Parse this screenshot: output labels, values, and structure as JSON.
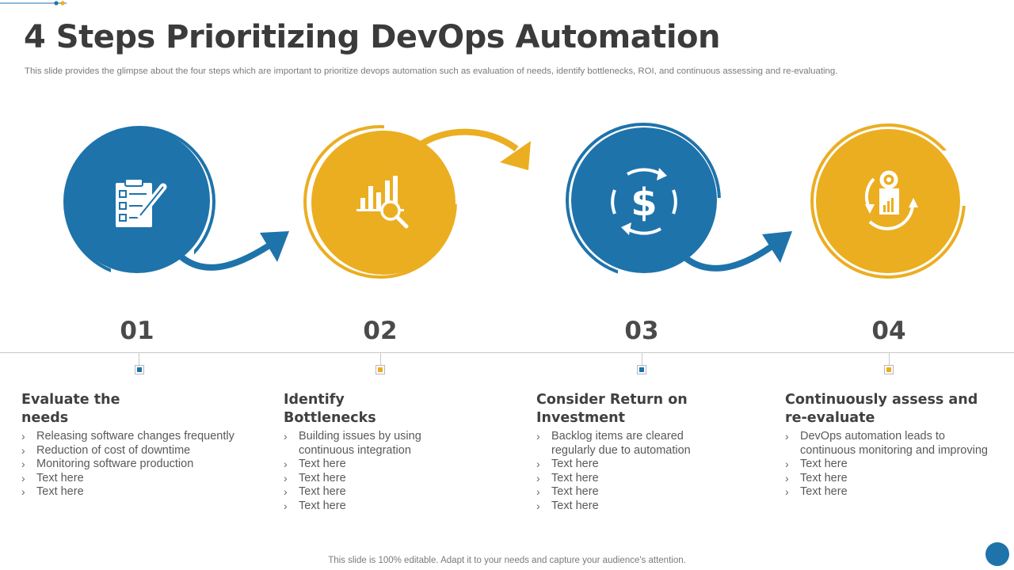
{
  "title": "4 Steps Prioritizing DevOps Automation",
  "subtitle": "This slide provides the glimpse about the four steps which are important to prioritize devops automation such as evaluation of needs, identify bottlenecks, ROI, and continuous assessing and re-evaluating.",
  "colors": {
    "blue": "#1e73ab",
    "yellow": "#ebae21",
    "text": "#404040"
  },
  "steps": [
    {
      "number": "01",
      "color": "blue",
      "icon": "clipboard-checklist-pen-icon",
      "heading_line1": "Evaluate the",
      "heading_line2": "needs",
      "bullets": [
        "Releasing software changes frequently",
        "Reduction of cost of downtime",
        "Monitoring software production",
        "Text here",
        "Text here"
      ]
    },
    {
      "number": "02",
      "color": "yellow",
      "icon": "chart-magnifier-icon",
      "heading_line1": "Identify",
      "heading_line2": "Bottlenecks",
      "bullets": [
        "Building issues by using",
        "continuous integration",
        "Text here",
        "Text here",
        "Text here",
        "Text here"
      ]
    },
    {
      "number": "03",
      "color": "blue",
      "icon": "dollar-cycle-icon",
      "heading_line1": "Consider Return on",
      "heading_line2": "Investment",
      "bullets": [
        "Backlog items are cleared",
        "regularly due to automation",
        "Text here",
        "Text here",
        "Text here",
        "Text here"
      ]
    },
    {
      "number": "04",
      "color": "yellow",
      "icon": "gear-report-cycle-icon",
      "heading_line1": "Continuously assess and",
      "heading_line2": "re-evaluate",
      "bullets": [
        "DevOps automation leads to",
        "continuous monitoring and improving",
        "Text here",
        "Text here",
        "Text here"
      ]
    }
  ],
  "footer": "This slide is 100% editable. Adapt it to your needs and capture your audience's attention."
}
